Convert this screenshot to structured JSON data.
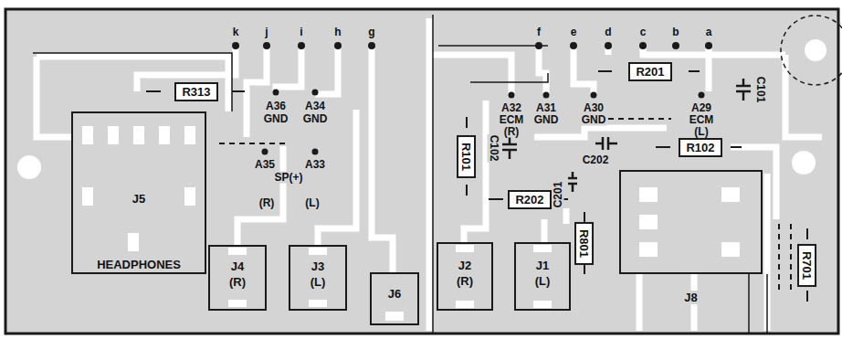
{
  "diagram": {
    "nodes": [
      {
        "text": [
          "R313"
        ]
      },
      {
        "text": [
          "R201"
        ]
      },
      {
        "text": [
          "R101"
        ]
      },
      {
        "text": [
          "R102"
        ]
      },
      {
        "text": [
          "R202"
        ]
      },
      {
        "text": [
          "J5",
          "HEADPHONES"
        ]
      },
      {
        "text": [
          "R801"
        ]
      },
      {
        "text": [
          "J8"
        ]
      },
      {
        "text": [
          "R701"
        ]
      },
      {
        "text": [
          "J4",
          "(R)"
        ]
      },
      {
        "text": [
          "J3",
          "(L)"
        ]
      },
      {
        "text": [
          "J6"
        ]
      },
      {
        "text": [
          "J2",
          "(R)"
        ]
      },
      {
        "text": [
          "J1",
          "(L)"
        ]
      }
    ],
    "edges": [],
    "labels": [
      "k",
      "j",
      "i",
      "h",
      "g",
      "f",
      "e",
      "d",
      "c",
      "b",
      "a",
      "A36",
      "GND",
      "A34",
      "GND",
      "A32",
      "ECM",
      "(R)",
      "A31",
      "GND",
      "A30",
      "GND",
      "A29",
      "ECM",
      "(L)",
      "C101",
      "C102",
      "C202",
      "C201",
      "A35",
      "A33",
      "SP(+)",
      "(R)",
      "(L)"
    ]
  }
}
